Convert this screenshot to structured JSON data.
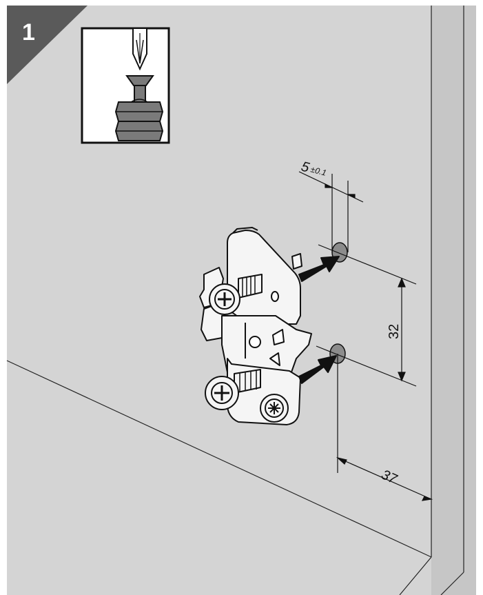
{
  "step": {
    "number": "1"
  },
  "dimensions": {
    "hole_diameter": "5",
    "hole_tolerance": "±0.1",
    "hole_spacing": "32",
    "edge_distance": "37"
  },
  "colors": {
    "panel": "#d4d4d4",
    "side_panel": "#c2c2c2",
    "step_badge": "#5a5a5a",
    "hole": "#8c8c8c",
    "hardware": "#f5f5f5",
    "dowel": "#7a7a7a",
    "outline": "#111111"
  },
  "icons": {
    "inset": "screwdriver-screw-dowel-icon",
    "plate": "mounting-plate-icon",
    "arrows": "insert-arrow-icon"
  }
}
